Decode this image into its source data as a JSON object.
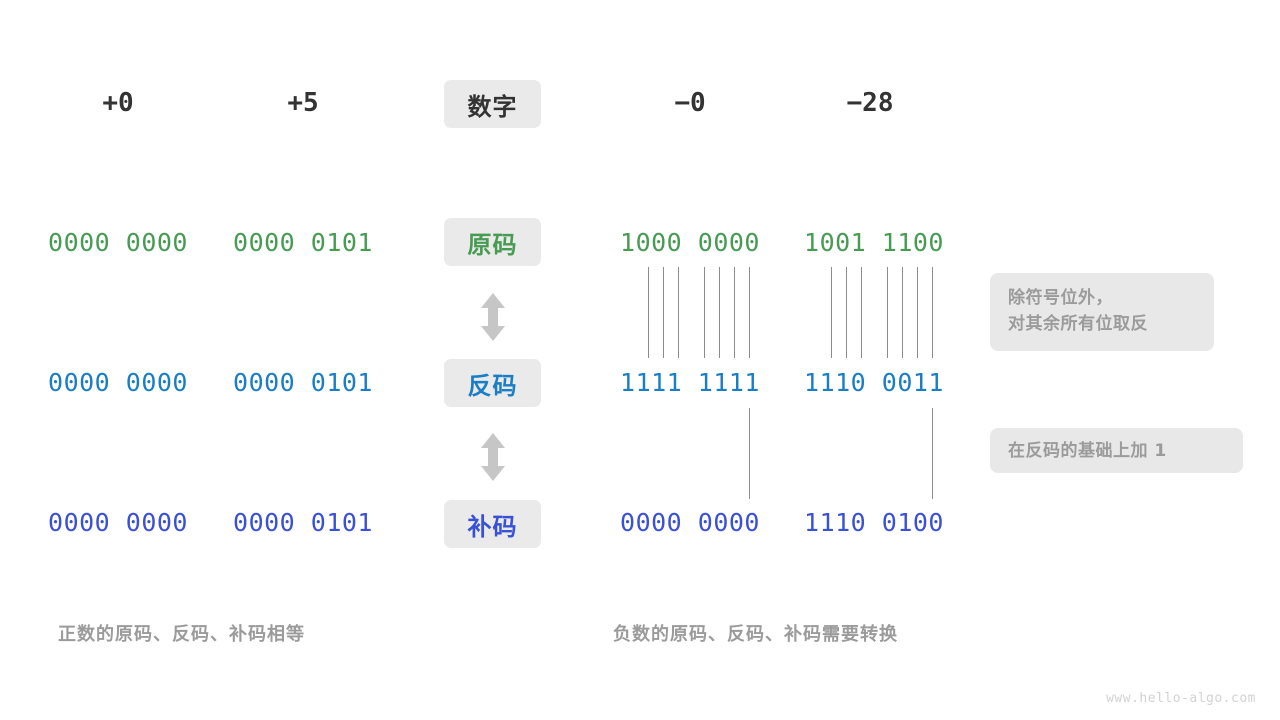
{
  "meta": {
    "watermark": "www.hello-algo.com"
  },
  "colors": {
    "green": "#479b53",
    "blue": "#1b7ec4",
    "indigo": "#3a51d6",
    "dark": "#333333",
    "badge_bg": "#eaeaea",
    "note_bg": "#e8e8e8",
    "note_text": "#9b9b9b",
    "line": "#8d8d8f",
    "background": "#ffffff"
  },
  "header": {
    "row_label": "数字",
    "positive": [
      {
        "value": "+0"
      },
      {
        "value": "+5"
      }
    ],
    "negative": [
      {
        "value": "−0"
      },
      {
        "value": "−28"
      }
    ]
  },
  "rows": [
    {
      "label": "原码",
      "label_color": "green",
      "bit_color": "green",
      "positive": [
        "0000 0000",
        "0000 0101"
      ],
      "negative": [
        "1000 0000",
        "1001 1100"
      ]
    },
    {
      "label": "反码",
      "label_color": "blue",
      "bit_color": "blue",
      "positive": [
        "0000 0000",
        "0000 0101"
      ],
      "negative": [
        "1111 1111",
        "1110 0011"
      ]
    },
    {
      "label": "补码",
      "label_color": "indigo",
      "bit_color": "indigo",
      "positive": [
        "0000 0000",
        "0000 0101"
      ],
      "negative": [
        "0000 0000",
        "1110 0100"
      ]
    }
  ],
  "notes": [
    {
      "lines": [
        "除符号位外，",
        "对其余所有位取反"
      ]
    },
    {
      "lines": [
        "在反码的基础上加  1"
      ]
    }
  ],
  "captions": {
    "left": "正数的原码、反码、补码相等",
    "right": "负数的原码、反码、补码需要转换"
  },
  "icons": {
    "arrow_updown": "double-arrow-vertical"
  }
}
